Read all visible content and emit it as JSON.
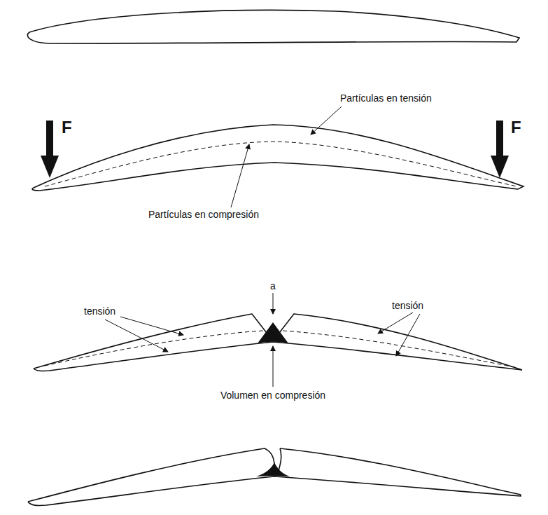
{
  "diagram": {
    "labels": [
      "Partículas en tensión",
      "F",
      "F",
      "Partículas en compresión",
      "a",
      "tensión",
      "tensión",
      "Volumen en compresión"
    ]
  }
}
